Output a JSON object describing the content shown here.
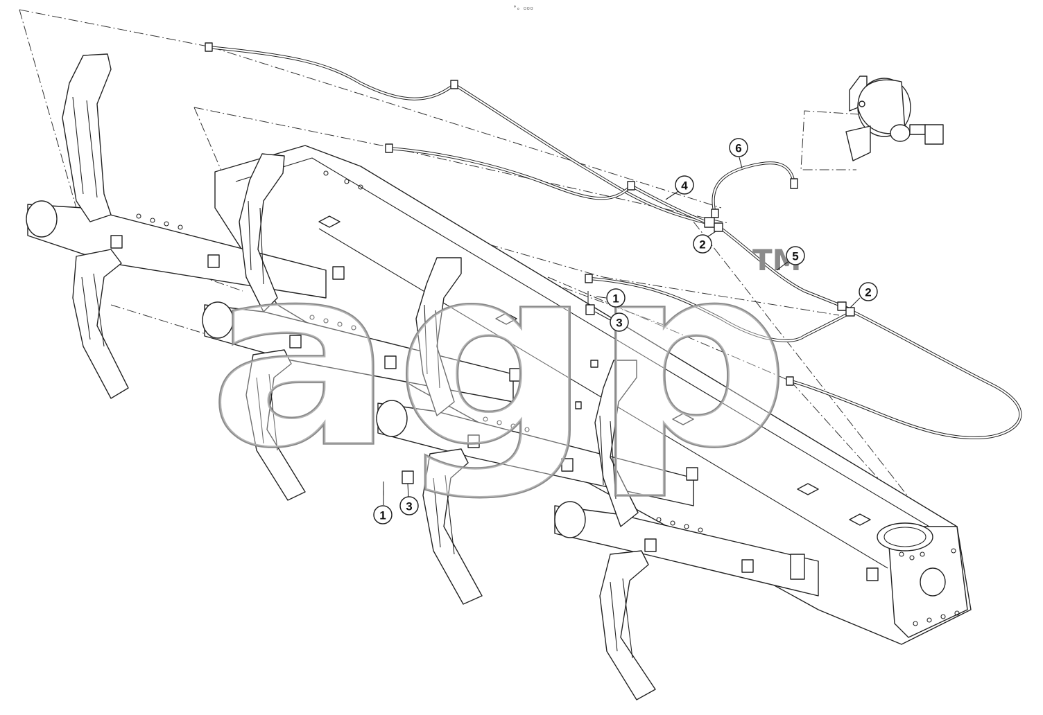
{
  "header_mark": "°ₒ ▫▫▫",
  "watermark": {
    "text": "agp",
    "trademark": "TM"
  },
  "callouts": [
    {
      "label": "1"
    },
    {
      "label": "1"
    },
    {
      "label": "2"
    },
    {
      "label": "2"
    },
    {
      "label": "3"
    },
    {
      "label": "3"
    },
    {
      "label": "4"
    },
    {
      "label": "5"
    },
    {
      "label": "6"
    }
  ]
}
